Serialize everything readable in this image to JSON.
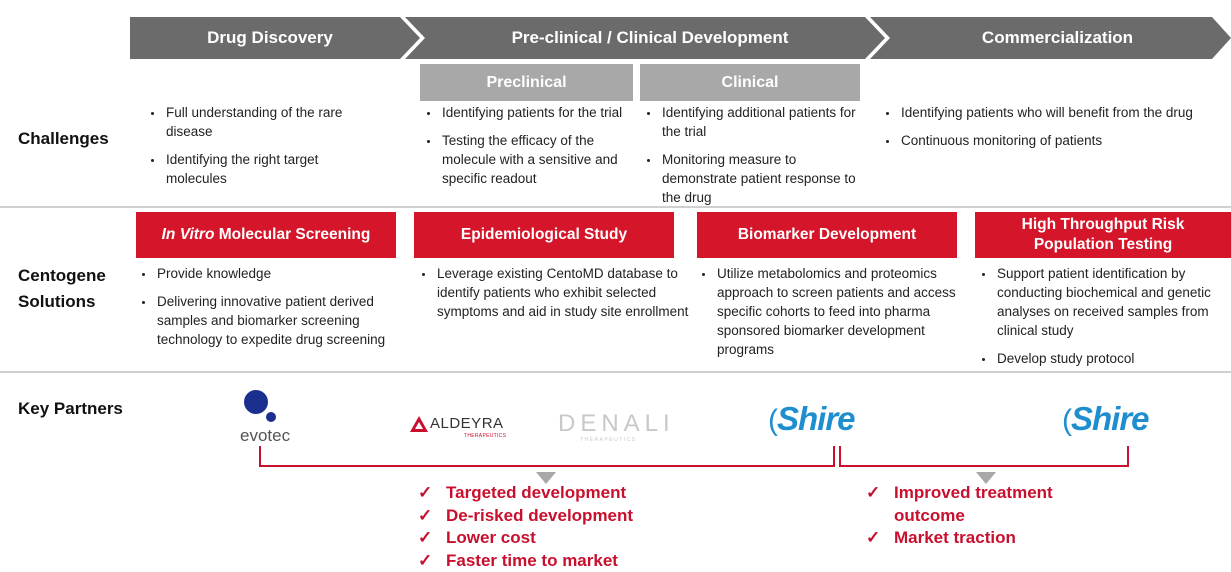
{
  "phases": [
    "Drug Discovery",
    "Pre-clinical / Clinical Development",
    "Commercialization"
  ],
  "subphases": [
    "Preclinical",
    "Clinical"
  ],
  "rows": {
    "challenges": "Challenges",
    "solutions_line1": "Centogene",
    "solutions_line2": "Solutions",
    "partners": "Key Partners"
  },
  "challenges": {
    "drug_discovery": [
      "Full understanding of the rare disease",
      "Identifying the right target molecules"
    ],
    "preclinical": [
      "Identifying patients for the trial",
      "Testing the efficacy of the molecule with a sensitive and specific readout"
    ],
    "clinical": [
      "Identifying additional patients for the trial",
      "Monitoring measure to demonstrate patient response to the drug"
    ],
    "commercialization": [
      "Identifying patients who will benefit from the drug",
      "Continuous monitoring of patients"
    ]
  },
  "solutions": [
    {
      "title_italic": "In Vitro",
      "title_rest": " Molecular Screening",
      "items": [
        "Provide knowledge",
        "Delivering innovative patient derived samples and biomarker screening technology to expedite drug screening"
      ]
    },
    {
      "title": "Epidemiological Study",
      "items": [
        "Leverage existing CentoMD database to identify patients who exhibit selected symptoms and aid in study site enrollment"
      ]
    },
    {
      "title": "Biomarker Development",
      "items": [
        "Utilize metabolomics and proteomics approach to screen patients and access specific cohorts to feed into pharma sponsored biomarker development programs"
      ]
    },
    {
      "title_line1": "High Throughput Risk",
      "title_line2": "Population Testing",
      "items": [
        "Support patient identification by conducting biochemical and genetic analyses on received samples from clinical study",
        "Develop study protocol"
      ]
    }
  ],
  "partners": {
    "evotec": "evotec",
    "aldeyra": "ALDEYRA",
    "aldeyra_sub": "THERAPEUTICS",
    "denali": "DENALI",
    "denali_sub": "THERAPEUTICS",
    "shire1": "Shire",
    "shire2": "Shire"
  },
  "benefits_left": [
    "Targeted development",
    "De-risked development",
    "Lower cost",
    "Faster time to market"
  ],
  "benefits_right_line1": "Improved treatment",
  "benefits_right_line2": "outcome",
  "benefits_right_line3": "Market traction",
  "check_glyph": "✓",
  "colors": {
    "header_gray": "#6b6b6b",
    "sub_gray": "#a8a8a8",
    "red": "#d4152a",
    "benefit_red": "#c8102e",
    "shire_blue": "#1f8ecf",
    "evotec_blue": "#1b2f8f"
  }
}
